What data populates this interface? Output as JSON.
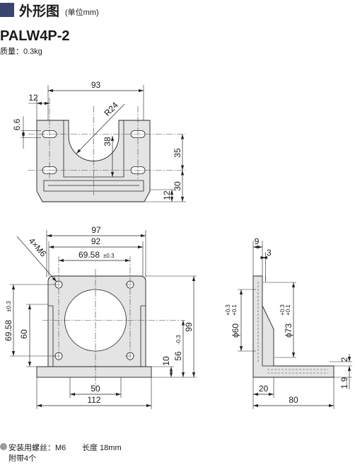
{
  "header": {
    "title": "外形图",
    "unit": "(单位mm)",
    "accent_color": "#3a4670"
  },
  "product": {
    "model": "PALW4P-2",
    "mass": "质量：0.3kg"
  },
  "top_view": {
    "dim_width": "93",
    "dim_hole_offset": "12",
    "dim_slot_height": "6.6",
    "dim_radius": "R24",
    "dim_cut_depth": "38",
    "dim_slot_pitch": "35",
    "dim_lower": "30",
    "dim_base": "12"
  },
  "front_view": {
    "dim_outer_width": "97",
    "dim_inner_width": "92",
    "dim_hole_pitch_h": "69.58",
    "dim_hole_pitch_h_tol": "±0.3",
    "dim_thread": "4×M6",
    "dim_hole_pitch_v": "69.58",
    "dim_hole_pitch_v_tol": "±0.3",
    "dim_flange_height": "60",
    "dim_total_height": "99",
    "dim_center_height": "56",
    "dim_center_height_tol": "-0.3",
    "dim_base_thickness": "10",
    "dim_base_inner": "50",
    "dim_base_width": "112"
  },
  "side_view": {
    "dim_plate": "9",
    "dim_step": "3",
    "dim_pilot_dia": "ϕ60",
    "dim_pilot_tol_upper": "+0.3",
    "dim_pilot_tol_lower": "+0.1",
    "dim_pcd_dia": "ϕ73",
    "dim_pcd_tol_upper": "+0.3",
    "dim_pcd_tol_lower": "+0.1",
    "dim_top_offset": "2",
    "dim_foot_thickness": "1.9",
    "dim_gusset": "20",
    "dim_depth": "80"
  },
  "footer": {
    "screw_label": "安装用螺丝：M6",
    "screw_length": "长度 18mm",
    "quantity": "附带4个"
  },
  "colors": {
    "part_fill": "#e4e4e4",
    "bullet": "#9a9a9a"
  }
}
